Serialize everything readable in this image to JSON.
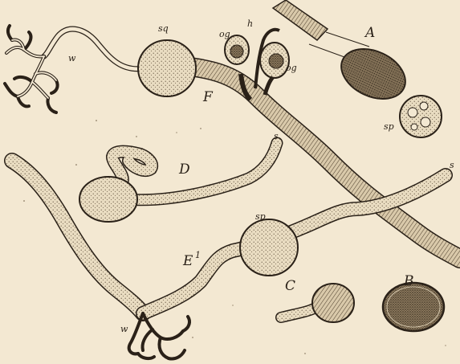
{
  "figure": {
    "labels": {
      "A": "A",
      "B": "B",
      "C": "C",
      "D": "D",
      "E": "E",
      "F": "F",
      "sq": "sq",
      "og_left": "og",
      "og_right": "og",
      "h": "h",
      "sp_A": "sp",
      "sp_E": "sp",
      "s_D": "s",
      "s_E": "s",
      "w_top": "w",
      "w_bottom": "w",
      "E_sup": "1"
    },
    "colors": {
      "paper": "#f3e8d2",
      "ink": "#2a2118",
      "stipple_fill": "#e4d6bb"
    }
  }
}
